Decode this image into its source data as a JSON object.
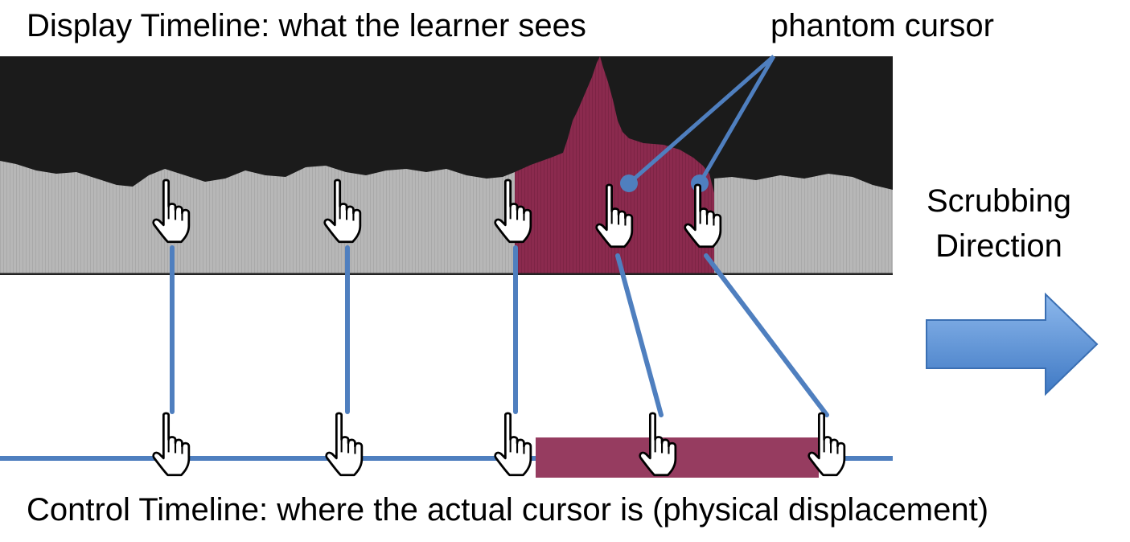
{
  "display_timeline": {
    "title": "Display Timeline: what the learner sees"
  },
  "phantom_cursor": {
    "label": "phantom cursor"
  },
  "scrubbing": {
    "label": "Scrubbing Direction",
    "arrow_color": "#5b8fd6"
  },
  "control_timeline": {
    "title": "Control Timeline: where the actual cursor is (physical displacement)"
  },
  "colors": {
    "background_dark": "#1b1b1b",
    "waveform_gray": "#b9b9b9",
    "highlight": "#8b2a4e",
    "highlight_bar": "#963c60",
    "connector": "#4f7fbf"
  },
  "icons": {
    "cursor": "hand-pointer-icon"
  },
  "cursors": {
    "display": 5,
    "control": 5
  }
}
